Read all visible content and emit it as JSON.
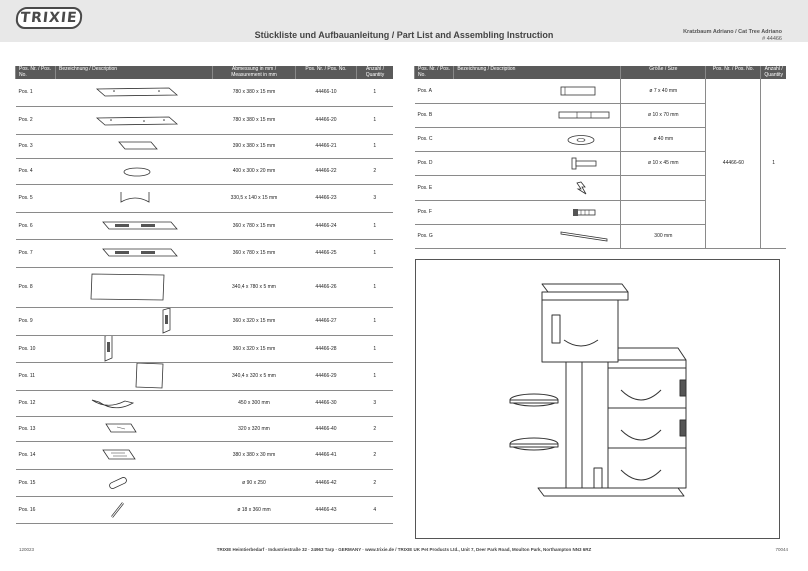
{
  "header": {
    "logo": "TRIXIE",
    "title": "Stückliste und Aufbauanleitung / Part List and Assembling Instruction",
    "product_name": "Kratzbaum Adriano / Cat Tree Adriano",
    "article_no": "# 44466"
  },
  "panels_table": {
    "headers": {
      "pos": "Pos. Nr. / Pos. No.",
      "desc": "Bezeichnung / Description",
      "measure": "Abmessung in mm / Measurement in mm",
      "posno": "Pos. Nr. / Pos. No.",
      "qty": "Anzahl / Quantity"
    },
    "rows": [
      {
        "pos": "Pos. 1",
        "measure": "780 x 380 x 15 mm",
        "posno": "44466-10",
        "qty": "1"
      },
      {
        "pos": "Pos. 2",
        "measure": "780 x 380 x 15 mm",
        "posno": "44466-20",
        "qty": "1"
      },
      {
        "pos": "Pos. 3",
        "measure": "390 x 380 x 15 mm",
        "posno": "44466-21",
        "qty": "1"
      },
      {
        "pos": "Pos. 4",
        "measure": "400 x 300 x 20 mm",
        "posno": "44466-22",
        "qty": "2"
      },
      {
        "pos": "Pos. 5",
        "measure": "330,5 x 140 x 15 mm",
        "posno": "44466-23",
        "qty": "3"
      },
      {
        "pos": "Pos. 6",
        "measure": "360 x 780 x 15 mm",
        "posno": "44466-24",
        "qty": "1"
      },
      {
        "pos": "Pos. 7",
        "measure": "360 x 780 x 15 mm",
        "posno": "44466-25",
        "qty": "1"
      },
      {
        "pos": "Pos. 8",
        "measure": "340,4 x 780 x 5 mm",
        "posno": "44466-26",
        "qty": "1"
      },
      {
        "pos": "Pos. 9",
        "measure": "360 x 320 x 15 mm",
        "posno": "44466-27",
        "qty": "1"
      },
      {
        "pos": "Pos. 10",
        "measure": "360 x 320 x 15 mm",
        "posno": "44466-28",
        "qty": "1"
      },
      {
        "pos": "Pos. 11",
        "measure": "340,4 x 320 x 5 mm",
        "posno": "44466-29",
        "qty": "1"
      },
      {
        "pos": "Pos. 12",
        "measure": "450 x 300 mm",
        "posno": "44466-30",
        "qty": "3"
      },
      {
        "pos": "Pos. 13",
        "measure": "320 x 320 mm",
        "posno": "44466-40",
        "qty": "2"
      },
      {
        "pos": "Pos. 14",
        "measure": "380 x 380 x 30 mm",
        "posno": "44466-41",
        "qty": "2"
      },
      {
        "pos": "Pos. 15",
        "measure": "ø 90 x 250",
        "posno": "44466-42",
        "qty": "2"
      },
      {
        "pos": "Pos. 16",
        "measure": "ø 18 x 360 mm",
        "posno": "44466-43",
        "qty": "4"
      }
    ]
  },
  "hardware_table": {
    "headers": {
      "pos": "Pos. Nr. / Pos. No.",
      "desc": "Bezeichnung / Description",
      "size": "Größe / Size",
      "posno": "Pos. Nr. / Pos. No.",
      "qty": "Anzahl / Quantity"
    },
    "posno": "44466-60",
    "qty": "1",
    "rows": [
      {
        "pos": "Pos. A",
        "size": "ø 7 x 40 mm"
      },
      {
        "pos": "Pos. B",
        "size": "ø 10 x 70 mm"
      },
      {
        "pos": "Pos. C",
        "size": "ø 40 mm"
      },
      {
        "pos": "Pos. D",
        "size": "ø 10 x 45 mm"
      },
      {
        "pos": "Pos. E",
        "size": ""
      },
      {
        "pos": "Pos. F",
        "size": ""
      },
      {
        "pos": "Pos. G",
        "size": "300 mm"
      }
    ]
  },
  "footer": {
    "code": "120023",
    "text": "TRIXIE Heimtierbedarf · Industriestraße 32 · 24963 Tarp · GERMANY · www.trixie.de / TRIXIE UK Pet Products Ltd., Unit 7, Deer Park Road, Moulton Park, Northampton NN3 6RZ",
    "page": "70044"
  }
}
